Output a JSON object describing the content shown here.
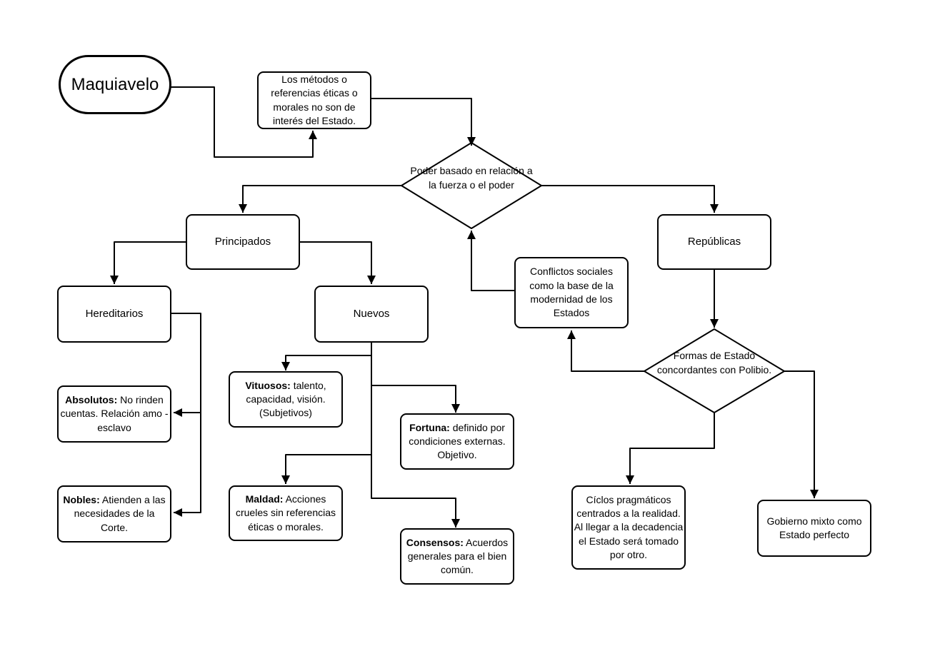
{
  "colors": {
    "background": "#ffffff",
    "stroke": "#000000",
    "text": "#000000"
  },
  "nodes": {
    "maquiavelo": {
      "shape": "stadium",
      "label": "Maquiavelo"
    },
    "metodos": {
      "shape": "rect",
      "label": "Los métodos o referencias éticas o morales no son de interés del Estado."
    },
    "poder": {
      "shape": "diamond",
      "label": "Poder basado en relación a la fuerza o el poder"
    },
    "principados": {
      "shape": "rect",
      "label": "Principados"
    },
    "republicas": {
      "shape": "rect",
      "label": "Repúblicas"
    },
    "hereditarios": {
      "shape": "rect",
      "label": "Hereditarios"
    },
    "nuevos": {
      "shape": "rect",
      "label": "Nuevos"
    },
    "absolutos": {
      "shape": "rect",
      "bold": "Absolutos:",
      "rest": " No rinden cuentas. Relación amo - esclavo"
    },
    "nobles": {
      "shape": "rect",
      "bold": "Nobles:",
      "rest": " Atienden a las necesidades de la Corte."
    },
    "vituosos": {
      "shape": "rect",
      "bold": "Vituosos:",
      "rest": " talento, capacidad, visión. (Subjetivos)"
    },
    "maldad": {
      "shape": "rect",
      "bold": "Maldad:",
      "rest": " Acciones crueles sin referencias éticas o morales."
    },
    "fortuna": {
      "shape": "rect",
      "bold": "Fortuna:",
      "rest": " definido por condiciones externas. Objetivo."
    },
    "consensos": {
      "shape": "rect",
      "bold": "Consensos:",
      "rest": " Acuerdos generales para el bien común."
    },
    "conflictos": {
      "shape": "rect",
      "label": "Conflictos sociales como la base de la modernidad de los Estados"
    },
    "formas": {
      "shape": "diamond",
      "label": "Formas de Estado concordantes con Polibio."
    },
    "ciclos": {
      "shape": "rect",
      "label": "Cíclos pragmáticos centrados a la realidad. Al llegar a la decadencia el Estado será tomado por otro."
    },
    "gobierno": {
      "shape": "rect",
      "label": "Gobierno mixto como Estado perfecto"
    }
  },
  "edges": [
    {
      "from": "maquiavelo",
      "to": "metodos"
    },
    {
      "from": "metodos",
      "to": "poder"
    },
    {
      "from": "poder",
      "to": "principados"
    },
    {
      "from": "poder",
      "to": "republicas"
    },
    {
      "from": "principados",
      "to": "hereditarios"
    },
    {
      "from": "principados",
      "to": "nuevos"
    },
    {
      "from": "hereditarios",
      "to": "absolutos"
    },
    {
      "from": "hereditarios",
      "to": "nobles"
    },
    {
      "from": "nuevos",
      "to": "vituosos"
    },
    {
      "from": "nuevos",
      "to": "fortuna"
    },
    {
      "from": "nuevos",
      "to": "maldad"
    },
    {
      "from": "nuevos",
      "to": "consensos"
    },
    {
      "from": "conflictos",
      "to": "poder"
    },
    {
      "from": "formas",
      "to": "conflictos"
    },
    {
      "from": "republicas",
      "to": "formas"
    },
    {
      "from": "formas",
      "to": "ciclos"
    },
    {
      "from": "formas",
      "to": "gobierno"
    }
  ]
}
